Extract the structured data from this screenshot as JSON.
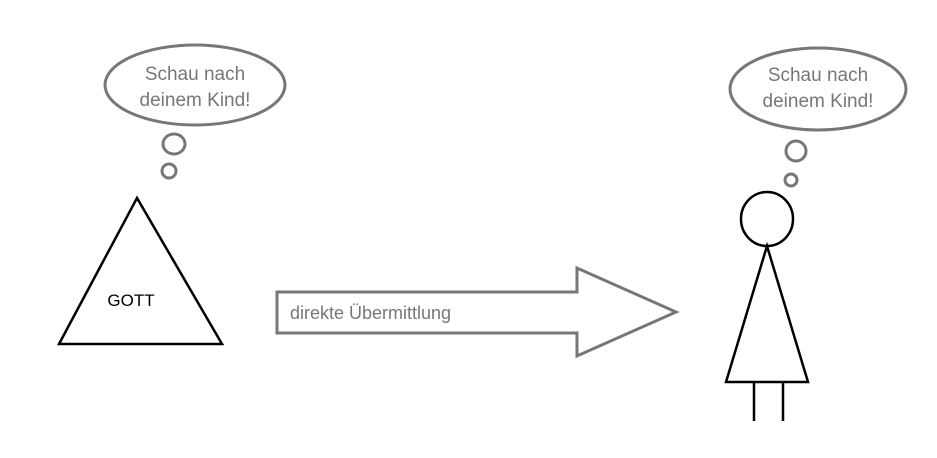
{
  "colors": {
    "thought": "#777777",
    "figure": "#000000",
    "background": "#ffffff"
  },
  "god": {
    "label": "GOTT",
    "thought_bubble": {
      "line1": "Schau nach",
      "line2": "deinem Kind!"
    }
  },
  "transmission": {
    "label": "direkte Übermittlung"
  },
  "person": {
    "thought_bubble": {
      "line1": "Schau nach",
      "line2": "deinem Kind!"
    }
  }
}
